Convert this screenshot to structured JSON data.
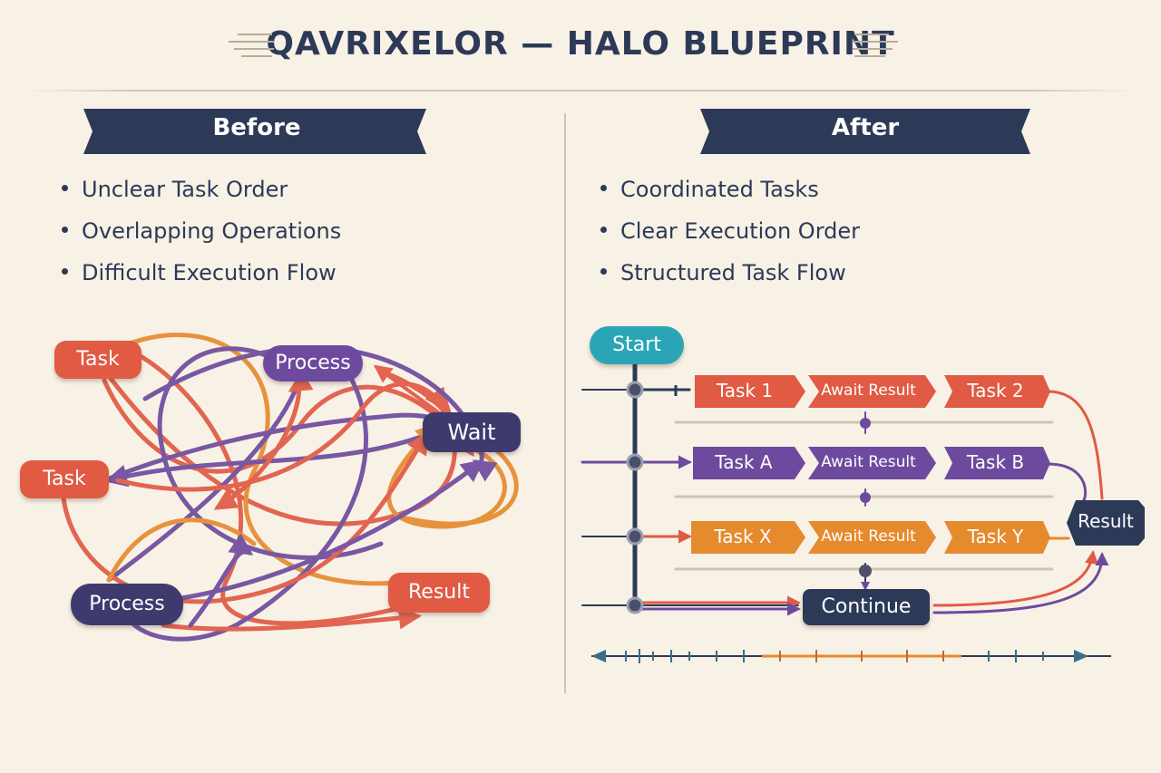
{
  "title": "QAVRIXELOR — HALO BLUEPRINT",
  "before": {
    "label": "Before",
    "bullets": [
      "Unclear Task Order",
      "Overlapping Operations",
      "Difficult Execution Flow"
    ],
    "nodes": {
      "task_top": "Task",
      "process_top": "Process",
      "wait": "Wait",
      "task_left": "Task",
      "process_bottom": "Process",
      "result": "Result"
    }
  },
  "after": {
    "label": "After",
    "bullets": [
      "Coordinated Tasks",
      "Clear Execution Order",
      "Structured Task Flow"
    ],
    "start": "Start",
    "rows": [
      {
        "first": "Task 1",
        "await": "Await Result",
        "second": "Task 2",
        "color": "#e05a44"
      },
      {
        "first": "Task A",
        "await": "Await Result",
        "second": "Task B",
        "color": "#6e4a9e"
      },
      {
        "first": "Task X",
        "await": "Await Result",
        "second": "Task Y",
        "color": "#e68a2e"
      }
    ],
    "result": "Result",
    "continue": "Continue"
  },
  "colors": {
    "navy": "#2c3a58",
    "red": "#e05a44",
    "purple": "#6e4a9e",
    "orange": "#e68a2e",
    "teal": "#2aa5b5",
    "dark_purple": "#3f3a6e"
  }
}
